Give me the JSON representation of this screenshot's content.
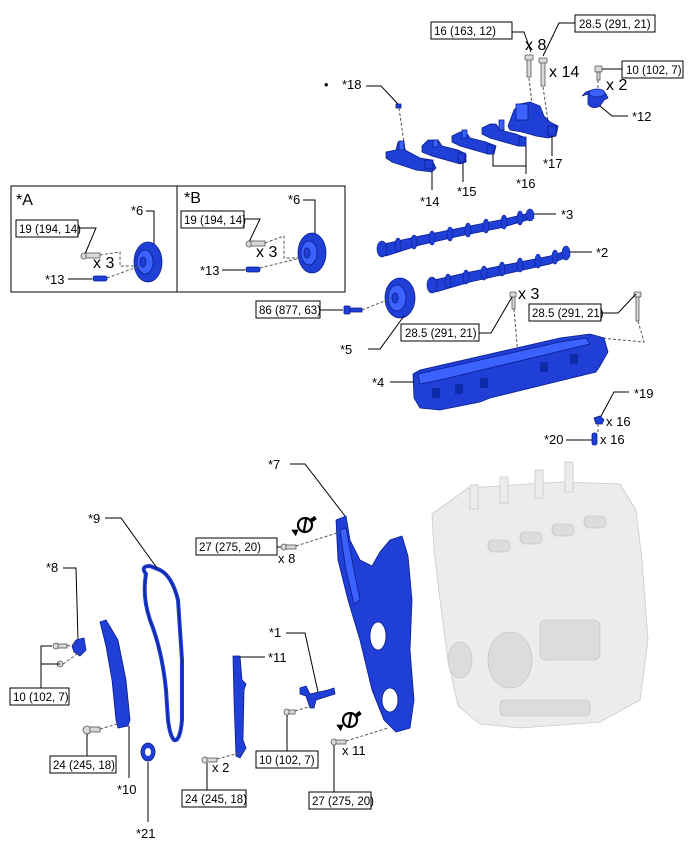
{
  "diagram": {
    "title_marker": "•",
    "colors": {
      "part": "#1f3fd6",
      "part_outline": "#0a1e8c",
      "engine": "#ececec"
    },
    "callouts": {
      "c1": "*1",
      "c2": "*2",
      "c3": "*3",
      "c4": "*4",
      "c5": "*5",
      "c6a": "*6",
      "c6b": "*6",
      "c7": "*7",
      "c8": "*8",
      "c9": "*9",
      "c10": "*10",
      "c11": "*11",
      "c12": "*12",
      "c13a": "*13",
      "c13b": "*13",
      "c14": "*14",
      "c15": "*15",
      "c16": "*16",
      "c17": "*17",
      "c18": "*18",
      "c19": "*19",
      "c20": "*20",
      "c21": "*21"
    },
    "insets": {
      "a": {
        "title": "*A",
        "torque": "19 (194, 14)",
        "qty": "x 3"
      },
      "b": {
        "title": "*B",
        "torque": "19 (194, 14)",
        "qty": "x 3"
      }
    },
    "torques": {
      "cam_housing_bolt": "16 (163, 12)",
      "cam_housing_bolt_long": "28.5 (291, 21)",
      "part12_bolt": "10 (102, 7)",
      "sprocket_bolt": "86 (877, 63)",
      "cam_cap_left": "28.5 (291, 21)",
      "cam_cap_right": "28.5 (291, 21)",
      "cover_upper": "27 (275, 20)",
      "cover_lower": "27 (275, 20)",
      "tensioner_bolts": "10 (102, 7)",
      "slipper_guide": "24 (245, 18)",
      "chain_guide": "24 (245, 18)",
      "part1_bolt": "10 (102, 7)"
    },
    "quantities": {
      "q_bolt16": "x 8",
      "q_bolt285": "x 14",
      "q_part12": "x 2",
      "q_cap": "x 3",
      "q_19": "x 16",
      "q_20": "x 16",
      "q_cover_upper": "x 8",
      "q_cover_lower": "x 11",
      "q_chain_guide": "x 2"
    },
    "icons": [
      "do-not-reuse-icon",
      "do-not-reuse-icon"
    ]
  }
}
